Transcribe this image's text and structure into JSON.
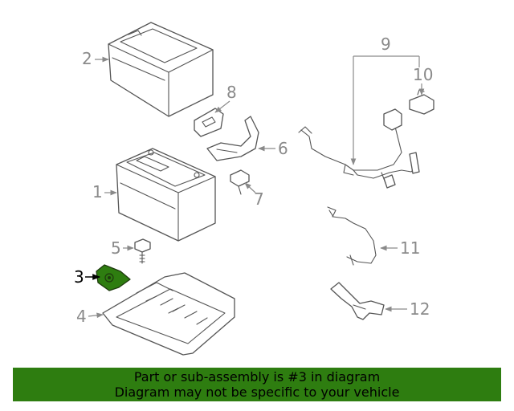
{
  "diagram": {
    "callouts": {
      "c1": "1",
      "c2": "2",
      "c3": "3",
      "c4": "4",
      "c5": "5",
      "c6": "6",
      "c7": "7",
      "c8": "8",
      "c9": "9",
      "c10": "10",
      "c11": "11",
      "c12": "12"
    },
    "highlighted_part": "3",
    "colors": {
      "highlight": "#2e7d10",
      "line": "#555555",
      "callout": "#8a8a8a"
    }
  },
  "banner": {
    "line1": "Part or sub-assembly is #3 in diagram",
    "line2": "Diagram may not be specific to your vehicle",
    "color": "#2e7d10"
  }
}
